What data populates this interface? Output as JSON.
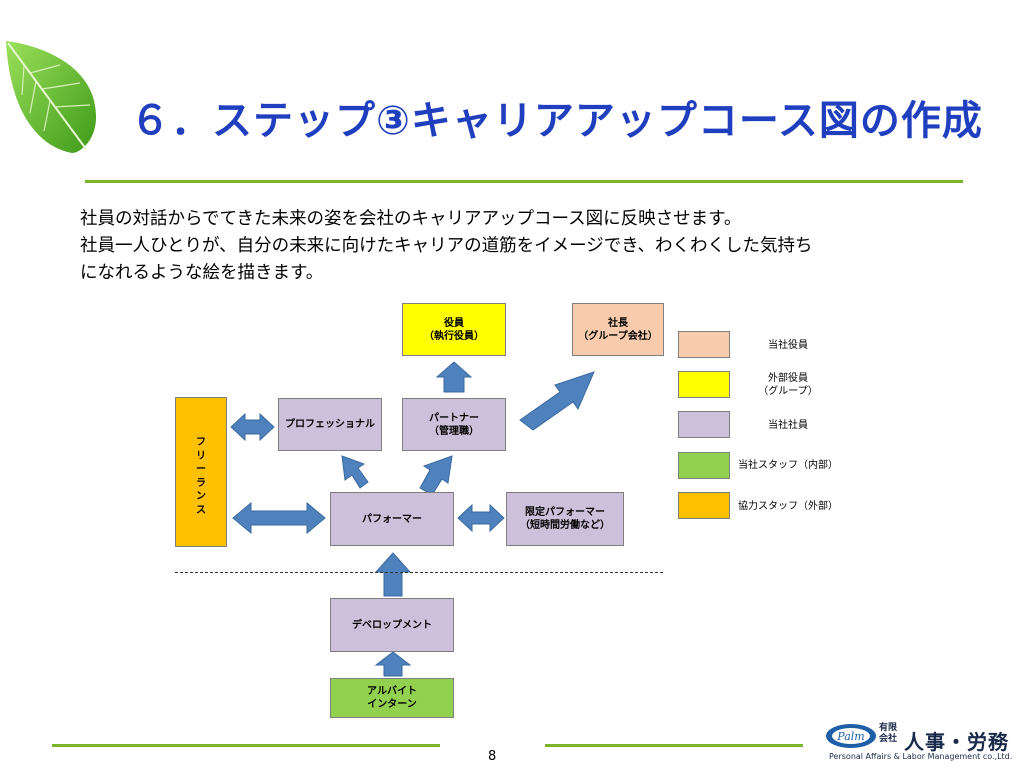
{
  "title": "６．ステップ③キャリアアップコース図の作成",
  "intro": "社員の対話からでてきた未来の姿を会社のキャリアアップコース図に反映させます。\n社員一人ひとりが、自分の未来に向けたキャリアの道筋をイメージでき、わくわくした気持ち\nになれるような絵を描きます。",
  "diagram": {
    "nodes": {
      "officer": "役員\n（執行役員）",
      "president": "社長\n（グループ会社）",
      "professional": "プロフェッショナル",
      "partner": "パートナー\n（管理職）",
      "freelance": "フ\nリ\nー\nラ\nン\nス",
      "performer": "パフォーマー",
      "limited_performer": "限定パフォーマー\n（短時間労働など）",
      "development": "デベロップメント",
      "parttime": "アルバイト\nインターン"
    }
  },
  "legend": [
    {
      "label": "当社役員",
      "color": "#f8cbad"
    },
    {
      "label": "外部役員\n（グループ）",
      "color": "#ffff00"
    },
    {
      "label": "当社社員",
      "color": "#ccc0da"
    },
    {
      "label": "当社スタッフ（内部）",
      "color": "#92d050"
    },
    {
      "label": "協力スタッフ（外部）",
      "color": "#ffc000"
    }
  ],
  "colors": {
    "title": "#1f3fbf",
    "line": "#7cb52a",
    "arrow": "#4f81bd"
  },
  "page_number": "8",
  "logo": {
    "small": "有限\n会社",
    "main": "人事・労務",
    "sub": "Personal Affairs & Labor Management co.,Ltd.",
    "badge": "Palm"
  }
}
